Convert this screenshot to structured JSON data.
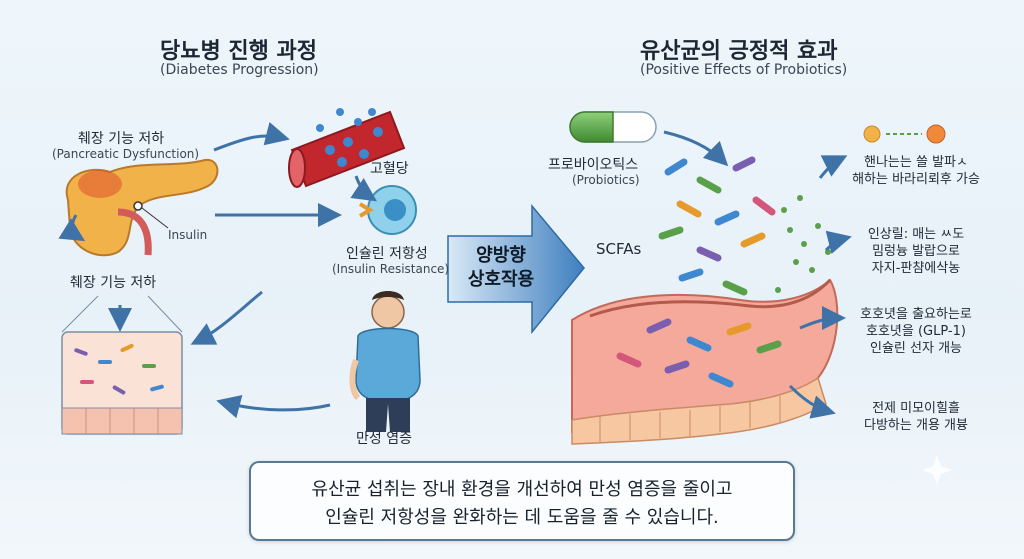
{
  "left": {
    "title_ko": "당뇨병 진행 과정",
    "title_en": "(Diabetes Progression)",
    "pancreas_ko": "췌장 기능 저하",
    "pancreas_en": "(Pancreatic Dysfunction)",
    "insulin": "Insulin",
    "pancreas_ko2": "췌장 기능 저하",
    "hyperglycemia": "고혈당",
    "resistance_ko": "인슐린 저항성",
    "resistance_en": "(Insulin Resistance)",
    "inflammation": "만성 염증"
  },
  "center": {
    "line1": "양방향",
    "line2": "상호작용"
  },
  "right": {
    "title_ko": "유산균의 긍정적 효과",
    "title_en": "(Positive Effects of Probiotics)",
    "probiotics_ko": "프로바이오틱스",
    "probiotics_en": "(Probiotics)",
    "scfas": "SCFAs",
    "effect1": [
      "핸나는는 쓸 발파ㅅ",
      "해하는 바라리뢰후 가승"
    ],
    "effect2": [
      "인상릴: 매는 ㅆ도",
      "밈렁늉 발랍으로",
      "자지-판챰에삭농"
    ],
    "effect3": [
      "호호녓을 출요하는로",
      "호호녓을 (GLP-1)",
      "인슐린 선자 개능"
    ],
    "effect4": [
      "전제 미모이힐흘",
      "다방하는 개용 개븅"
    ]
  },
  "summary": {
    "line1": "유산균 섭취는 장내 환경을 개선하여 만성 염증을 줄이고",
    "line2": "인슐린 저항성을 완화하는 데 도움을 줄 수 있습니다."
  },
  "colors": {
    "arrow": "#3f73a8",
    "pancreas": "#f1b24a",
    "blood": "#c1272d",
    "cell": "#8fd0ea",
    "intestine": "#f4a99a",
    "probiotic_green": "#5aa04a"
  },
  "icons": [
    "pancreas-icon",
    "blood-vessel-icon",
    "cell-icon",
    "person-icon",
    "gut-tissue-icon",
    "capsule-icon",
    "bacteria-icon",
    "intestine-icon",
    "sparkle-icon"
  ]
}
